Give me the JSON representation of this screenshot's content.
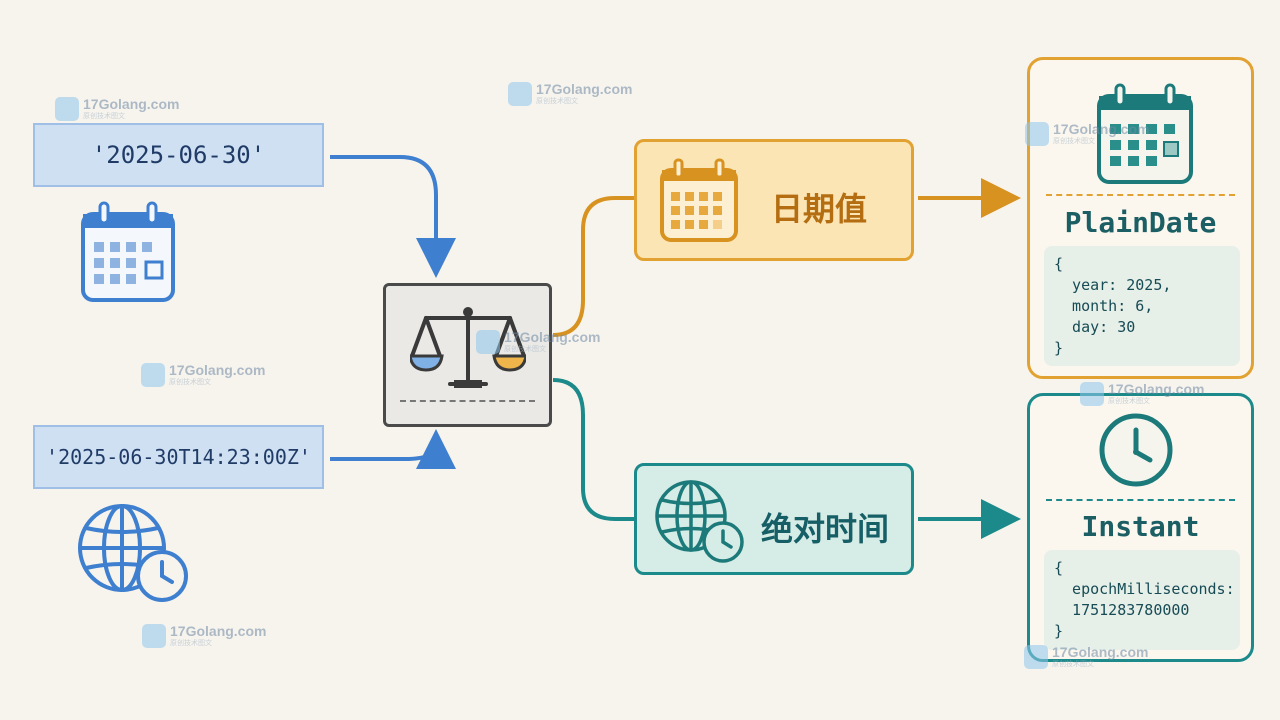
{
  "inputs": {
    "date_string": "'2025-06-30'",
    "datetime_string": "'2025-06-30T14:23:00Z'"
  },
  "branches": {
    "date": {
      "label": "日期值",
      "color": "#e2a232"
    },
    "instant": {
      "label": "绝对时间",
      "color": "#1c8a8a"
    }
  },
  "results": {
    "plain_date": {
      "title": "PlainDate",
      "code_lines": [
        "{",
        "  year: 2025,",
        "  month: 6,",
        "  day: 30",
        "}"
      ]
    },
    "instant": {
      "title": "Instant",
      "code_lines": [
        "{",
        "  epochMilliseconds:",
        "  1751283780000",
        "}"
      ]
    }
  },
  "watermark": {
    "text": "17Golang.com",
    "subtext": "原创技术图文"
  },
  "colors": {
    "input_blue": "#3e7fcf",
    "date_orange": "#d8921f",
    "instant_teal": "#1c8a8a"
  },
  "icons": [
    "calendar-icon",
    "globe-clock-icon",
    "scale-icon",
    "clock-icon"
  ]
}
